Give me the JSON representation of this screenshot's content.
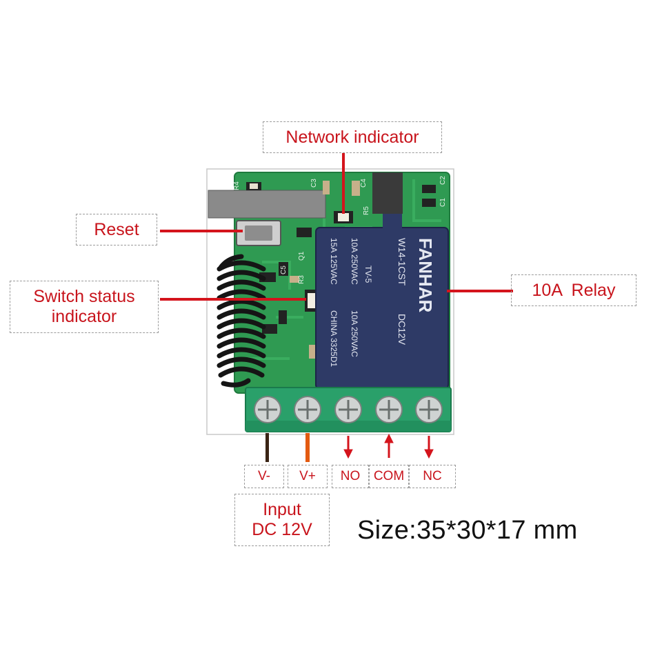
{
  "callouts": {
    "network_indicator": "Network indicator",
    "reset": "Reset",
    "switch_status_line1": "Switch status",
    "switch_status_line2": "indicator",
    "relay": "10A  Relay"
  },
  "terminals": {
    "vminus": "V-",
    "vplus": "V+",
    "no": "NO",
    "com": "COM",
    "nc": "NC"
  },
  "input": {
    "line1": "Input",
    "line2": "DC 12V"
  },
  "size": "Size:35*30*17 mm",
  "relay_print": {
    "brand": "FANHAR",
    "model": "W14-1CST",
    "coil": "DC12V",
    "rating1": "10A 250VAC",
    "tv": "TV-5",
    "rating2": "10A 250VAC",
    "rating3": "15A 125VAC",
    "origin": "CHINA 3325D1"
  },
  "pcb_labels": {
    "r4": "R4",
    "c3": "C3",
    "c4": "C4",
    "c2": "C2",
    "c1": "C1",
    "r5": "R5",
    "q1": "Q1",
    "r3": "R3",
    "c5": "C5"
  },
  "colors": {
    "accent_red": "#c8141c",
    "pcb_green": "#2f9a52",
    "relay_blue": "#2e3a66",
    "terminal_green": "#2aa06a"
  }
}
